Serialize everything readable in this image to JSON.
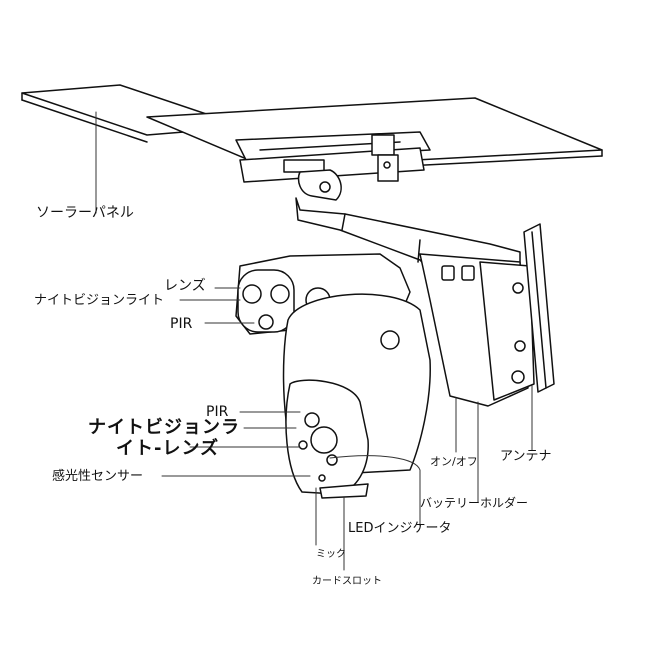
{
  "callouts": {
    "solar_panel": "ソーラーパネル",
    "lens": "レンズ",
    "night_vision_light": "ナイトビジョンライト",
    "pir_top": "PIR",
    "pir_bottom": "PIR",
    "night_vision_light_lens_line1": "ナイトビジョンラ",
    "night_vision_light_lens_line2": "イト-レンズ",
    "light_sensor": "感光性センサー",
    "mic": "ミック",
    "card_slot": "カードスロット",
    "led_indicator": "LEDインジケータ",
    "battery_holder": "バッテリーホルダー",
    "power_switch": "オン/オフ",
    "antenna": "アンテナ"
  }
}
